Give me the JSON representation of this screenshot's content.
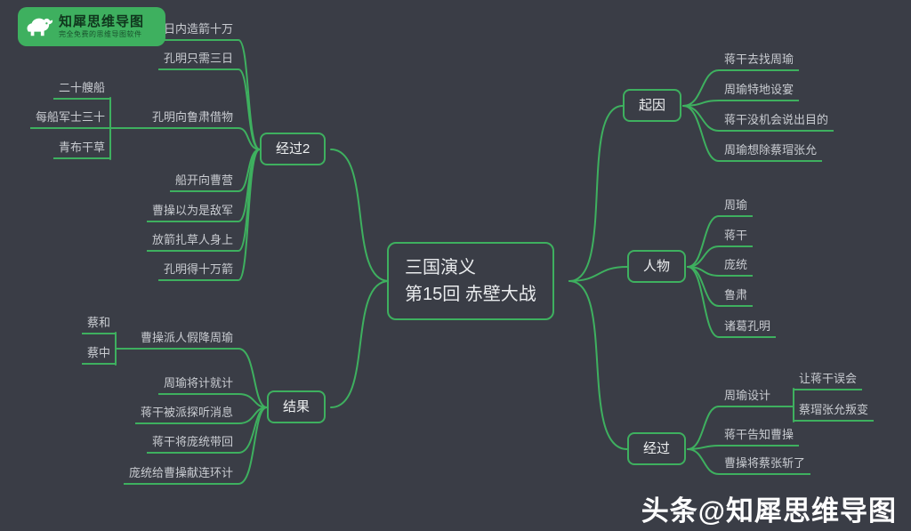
{
  "logo": {
    "title": "知犀思维导图",
    "subtitle": "完全免费的思维导图软件"
  },
  "watermark": "头条@知犀思维导图",
  "colors": {
    "accent": "#3eb05f",
    "background": "#3a3d46"
  },
  "root": {
    "line1": "三国演义",
    "line2": "第15回 赤壁大战"
  },
  "branches": {
    "cause": {
      "label": "起因",
      "items": [
        "蒋干去找周瑜",
        "周瑜特地设宴",
        "蒋干没机会说出目的",
        "周瑜想除蔡瑁张允"
      ]
    },
    "characters": {
      "label": "人物",
      "items": [
        "周瑜",
        "蒋干",
        "庞统",
        "鲁肃",
        "诸葛孔明"
      ]
    },
    "process": {
      "label": "经过",
      "items": [
        "周瑜设计",
        "蒋干告知曹操",
        "曹操将蔡张斩了"
      ],
      "plan_children": [
        "让蒋干误会",
        "蔡瑁张允叛变"
      ]
    },
    "process2": {
      "label": "经过2",
      "items": [
        "十日内造箭十万",
        "孔明只需三日",
        "孔明向鲁肃借物",
        "船开向曹营",
        "曹操以为是敌军",
        "放箭扎草人身上",
        "孔明得十万箭"
      ],
      "borrow_children": [
        "二十艘船",
        "每船军士三十",
        "青布干草"
      ]
    },
    "result": {
      "label": "结果",
      "items": [
        "曹操派人假降周瑜",
        "周瑜将计就计",
        "蒋干被派探听消息",
        "蒋干将庞统带回",
        "庞统给曹操献连环计"
      ],
      "fake_children": [
        "蔡和",
        "蔡中"
      ]
    }
  }
}
